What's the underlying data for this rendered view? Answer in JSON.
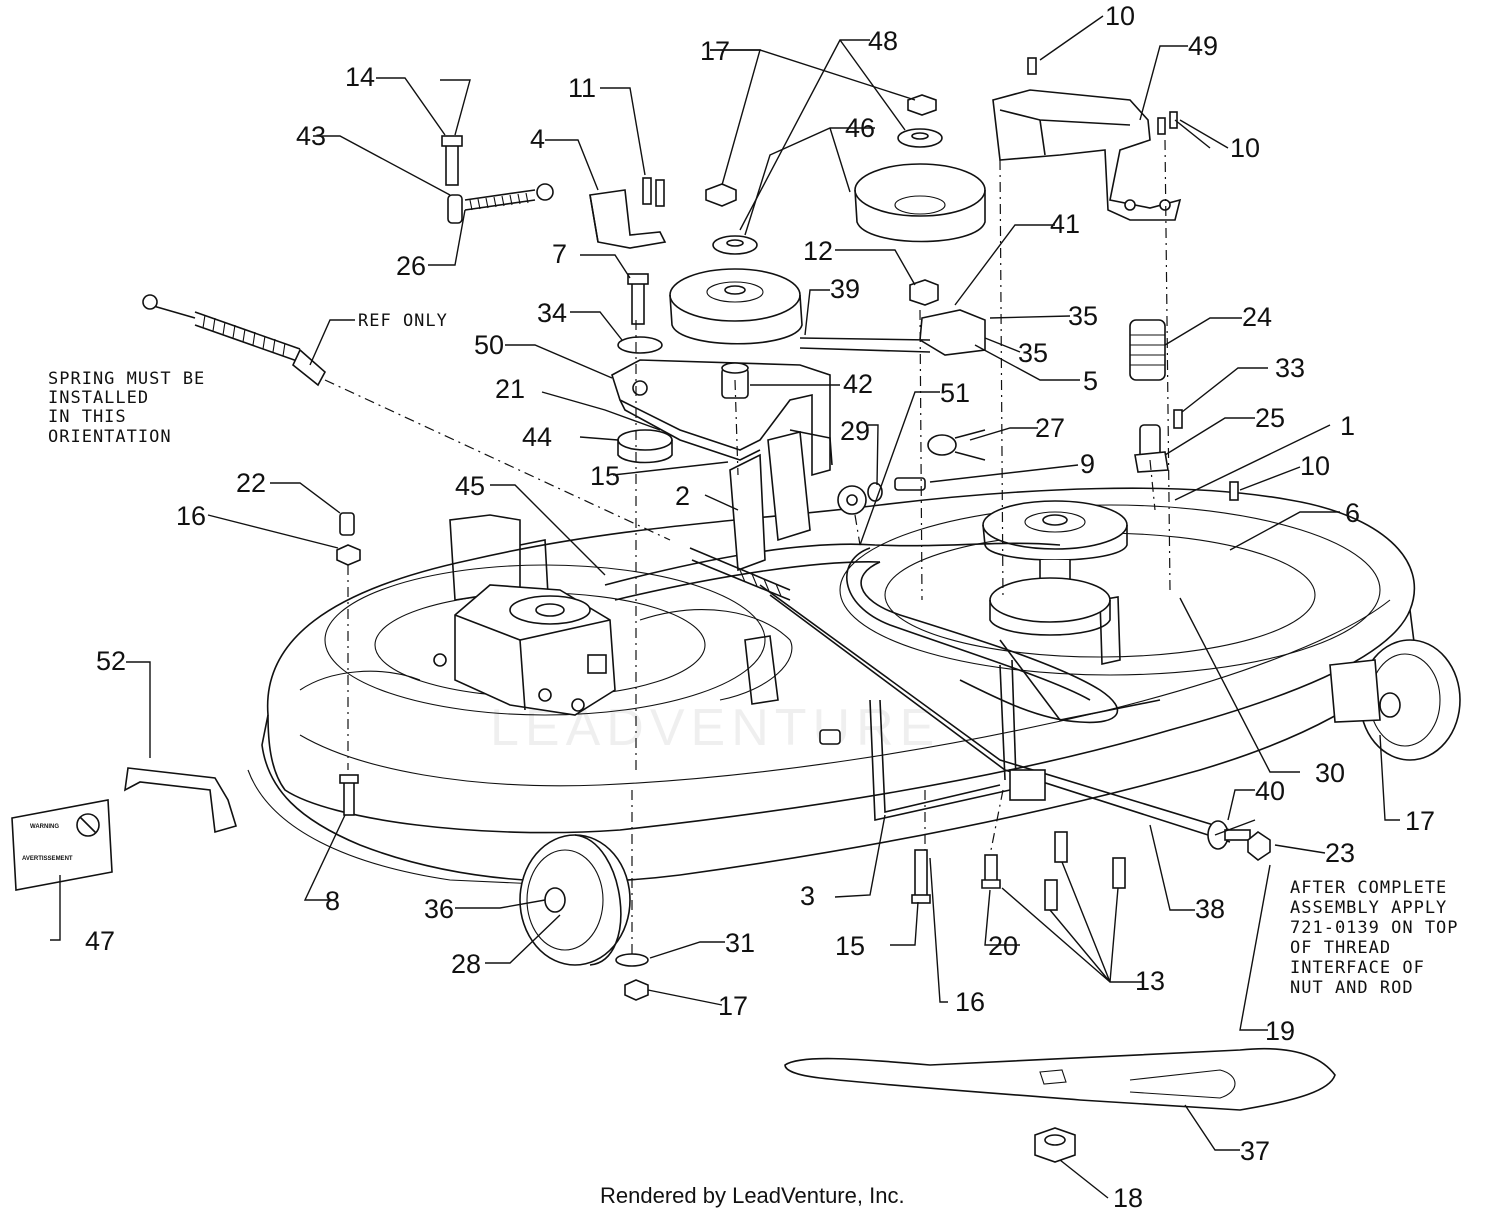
{
  "callouts": [
    {
      "id": "c1",
      "text": "1"
    },
    {
      "id": "c2",
      "text": "2"
    },
    {
      "id": "c3",
      "text": "3"
    },
    {
      "id": "c4",
      "text": "4"
    },
    {
      "id": "c5",
      "text": "5"
    },
    {
      "id": "c6",
      "text": "6"
    },
    {
      "id": "c7",
      "text": "7"
    },
    {
      "id": "c8",
      "text": "8"
    },
    {
      "id": "c9",
      "text": "9"
    },
    {
      "id": "c10a",
      "text": "10"
    },
    {
      "id": "c10b",
      "text": "10"
    },
    {
      "id": "c10c",
      "text": "10"
    },
    {
      "id": "c11",
      "text": "11"
    },
    {
      "id": "c12",
      "text": "12"
    },
    {
      "id": "c13",
      "text": "13"
    },
    {
      "id": "c14",
      "text": "14"
    },
    {
      "id": "c15a",
      "text": "15"
    },
    {
      "id": "c15b",
      "text": "15"
    },
    {
      "id": "c16a",
      "text": "16"
    },
    {
      "id": "c16b",
      "text": "16"
    },
    {
      "id": "c17a",
      "text": "17"
    },
    {
      "id": "c17b",
      "text": "17"
    },
    {
      "id": "c17c",
      "text": "17"
    },
    {
      "id": "c18",
      "text": "18"
    },
    {
      "id": "c19",
      "text": "19"
    },
    {
      "id": "c20",
      "text": "20"
    },
    {
      "id": "c21",
      "text": "21"
    },
    {
      "id": "c22",
      "text": "22"
    },
    {
      "id": "c23",
      "text": "23"
    },
    {
      "id": "c24",
      "text": "24"
    },
    {
      "id": "c25",
      "text": "25"
    },
    {
      "id": "c26",
      "text": "26"
    },
    {
      "id": "c27",
      "text": "27"
    },
    {
      "id": "c28",
      "text": "28"
    },
    {
      "id": "c29",
      "text": "29"
    },
    {
      "id": "c30",
      "text": "30"
    },
    {
      "id": "c31",
      "text": "31"
    },
    {
      "id": "c33",
      "text": "33"
    },
    {
      "id": "c34",
      "text": "34"
    },
    {
      "id": "c35a",
      "text": "35"
    },
    {
      "id": "c35b",
      "text": "35"
    },
    {
      "id": "c36",
      "text": "36"
    },
    {
      "id": "c37",
      "text": "37"
    },
    {
      "id": "c38",
      "text": "38"
    },
    {
      "id": "c39",
      "text": "39"
    },
    {
      "id": "c40",
      "text": "40"
    },
    {
      "id": "c41",
      "text": "41"
    },
    {
      "id": "c42",
      "text": "42"
    },
    {
      "id": "c43",
      "text": "43"
    },
    {
      "id": "c44",
      "text": "44"
    },
    {
      "id": "c45",
      "text": "45"
    },
    {
      "id": "c46",
      "text": "46"
    },
    {
      "id": "c47",
      "text": "47"
    },
    {
      "id": "c48",
      "text": "48"
    },
    {
      "id": "c49",
      "text": "49"
    },
    {
      "id": "c50",
      "text": "50"
    },
    {
      "id": "c51",
      "text": "51"
    },
    {
      "id": "c52",
      "text": "52"
    }
  ],
  "notes": {
    "ref_only": "REF ONLY",
    "spring": [
      "SPRING MUST BE",
      "INSTALLED",
      "IN THIS",
      "ORIENTATION"
    ],
    "assembly": [
      "AFTER COMPLETE",
      "ASSEMBLY APPLY",
      "721-0139 ON TOP",
      "OF THREAD",
      "INTERFACE OF",
      "NUT AND ROD"
    ]
  },
  "decal": {
    "warning": "WARNING",
    "avertissement": "AVERTISSEMENT"
  },
  "watermark": "LEADVENTURE",
  "credit": "Rendered by LeadVenture, Inc."
}
